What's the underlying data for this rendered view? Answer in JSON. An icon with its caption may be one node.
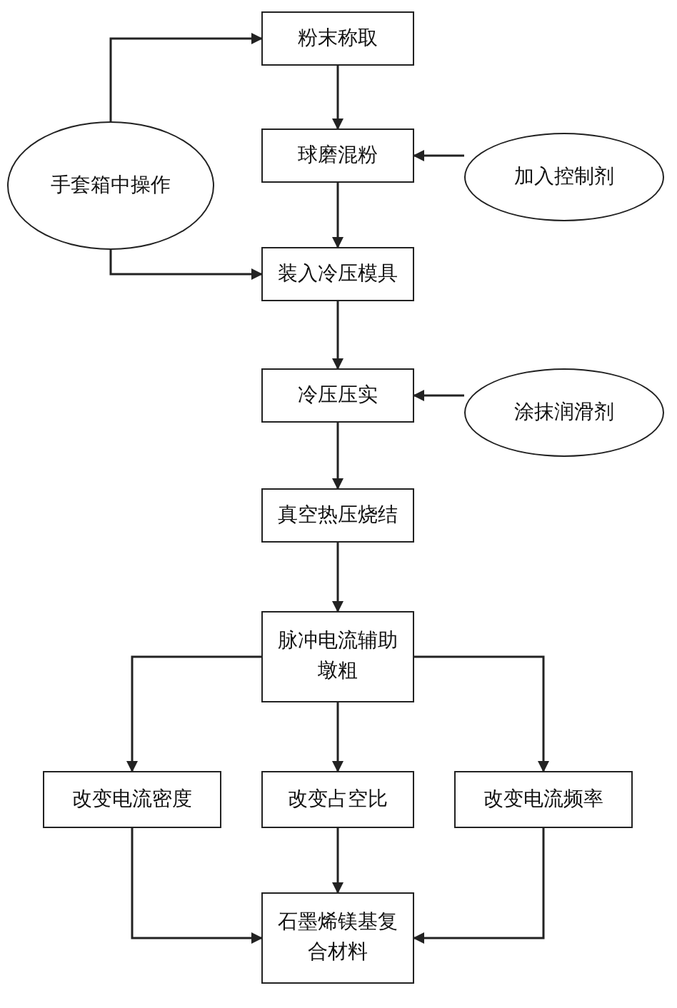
{
  "diagram": {
    "nodes": [
      {
        "text": [
          "粉末称取"
        ]
      },
      {
        "text": [
          "球磨混粉"
        ]
      },
      {
        "text": [
          "装入冷压模具"
        ]
      },
      {
        "text": [
          "冷压压实"
        ]
      },
      {
        "text": [
          "真空热压烧结"
        ]
      },
      {
        "text": [
          "脉冲电流辅助墩粗"
        ]
      },
      {
        "text": [
          "改变电流密度"
        ]
      },
      {
        "text": [
          "改变占空比"
        ]
      },
      {
        "text": [
          "改变电流频率"
        ]
      },
      {
        "text": [
          "石墨烯镁基复合材料"
        ]
      },
      {
        "text": [
          "手套箱中操作"
        ]
      },
      {
        "text": [
          "加入控制剂"
        ]
      },
      {
        "text": [
          "涂抹润滑剂"
        ]
      }
    ],
    "edges": [
      {
        "from": 0,
        "to": 1,
        "arrow": "to"
      },
      {
        "from": 1,
        "to": 2,
        "arrow": "to"
      },
      {
        "from": 2,
        "to": 3,
        "arrow": "to"
      },
      {
        "from": 3,
        "to": 4,
        "arrow": "to"
      },
      {
        "from": 4,
        "to": 5,
        "arrow": "to"
      },
      {
        "from": 5,
        "to": 6,
        "arrow": "to"
      },
      {
        "from": 5,
        "to": 7,
        "arrow": "to"
      },
      {
        "from": 5,
        "to": 8,
        "arrow": "to"
      },
      {
        "from": 6,
        "to": 9,
        "arrow": "to"
      },
      {
        "from": 7,
        "to": 9,
        "arrow": "to"
      },
      {
        "from": 8,
        "to": 9,
        "arrow": "to"
      },
      {
        "from": 10,
        "to": 0,
        "arrow": "to"
      },
      {
        "from": 10,
        "to": 2,
        "arrow": "to"
      },
      {
        "from": 11,
        "to": 1,
        "arrow": "to"
      },
      {
        "from": 12,
        "to": 3,
        "arrow": "to"
      }
    ]
  }
}
